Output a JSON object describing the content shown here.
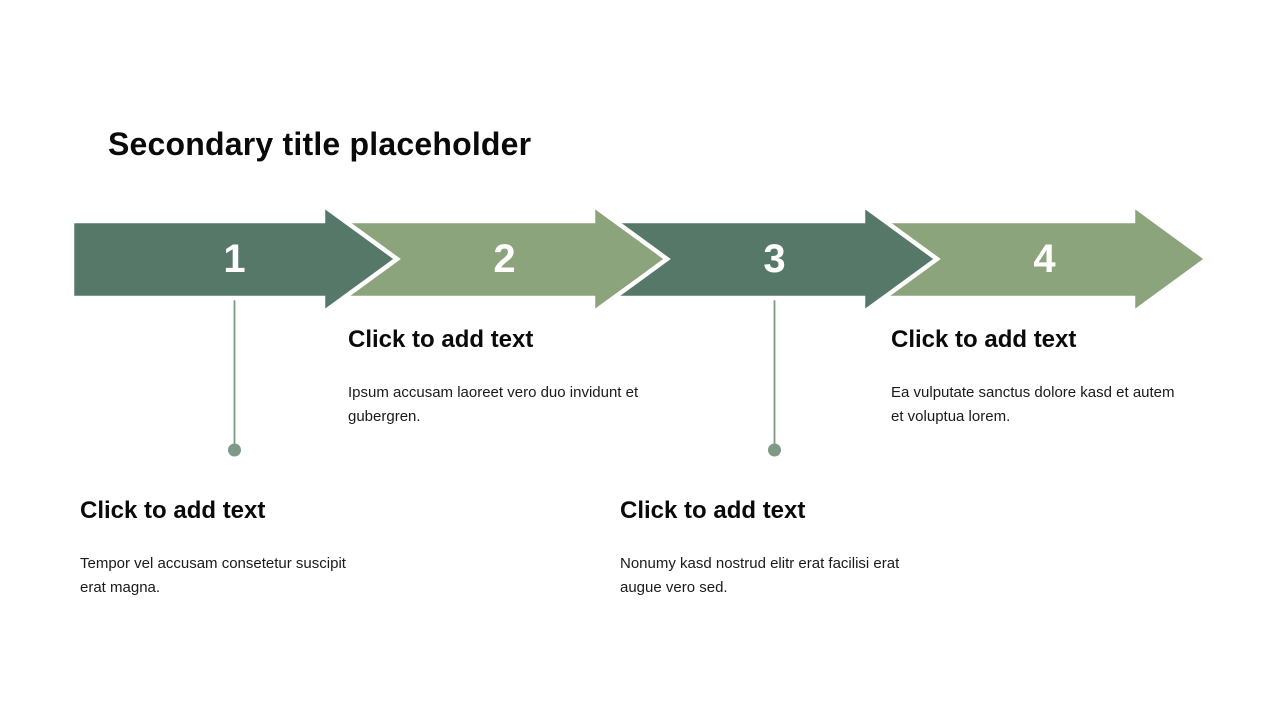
{
  "slide": {
    "title": "Secondary title placeholder"
  },
  "colors": {
    "dark_green": "#567869",
    "light_green": "#8BA47B",
    "connector": "#7E9A87",
    "number_text": "#FFFFFF",
    "heading_text": "#0A0A0A",
    "body_text": "#1A1A1A"
  },
  "arrows": [
    {
      "number": "1",
      "fill": "#567869"
    },
    {
      "number": "2",
      "fill": "#8BA47B"
    },
    {
      "number": "3",
      "fill": "#567869"
    },
    {
      "number": "4",
      "fill": "#8BA47B"
    }
  ],
  "callouts": [
    {
      "heading": "Click to add text",
      "body": "Tempor vel accusam consetetur suscipit\nerat magna."
    },
    {
      "heading": "Click to add text",
      "body": "Ipsum accusam laoreet vero duo invidunt et\ngubergren."
    },
    {
      "heading": "Click to add text",
      "body": "Nonumy kasd nostrud elitr erat facilisi erat\naugue vero sed."
    },
    {
      "heading": "Click to add text",
      "body": "Ea vulputate sanctus dolore kasd et autem\net voluptua lorem."
    }
  ]
}
